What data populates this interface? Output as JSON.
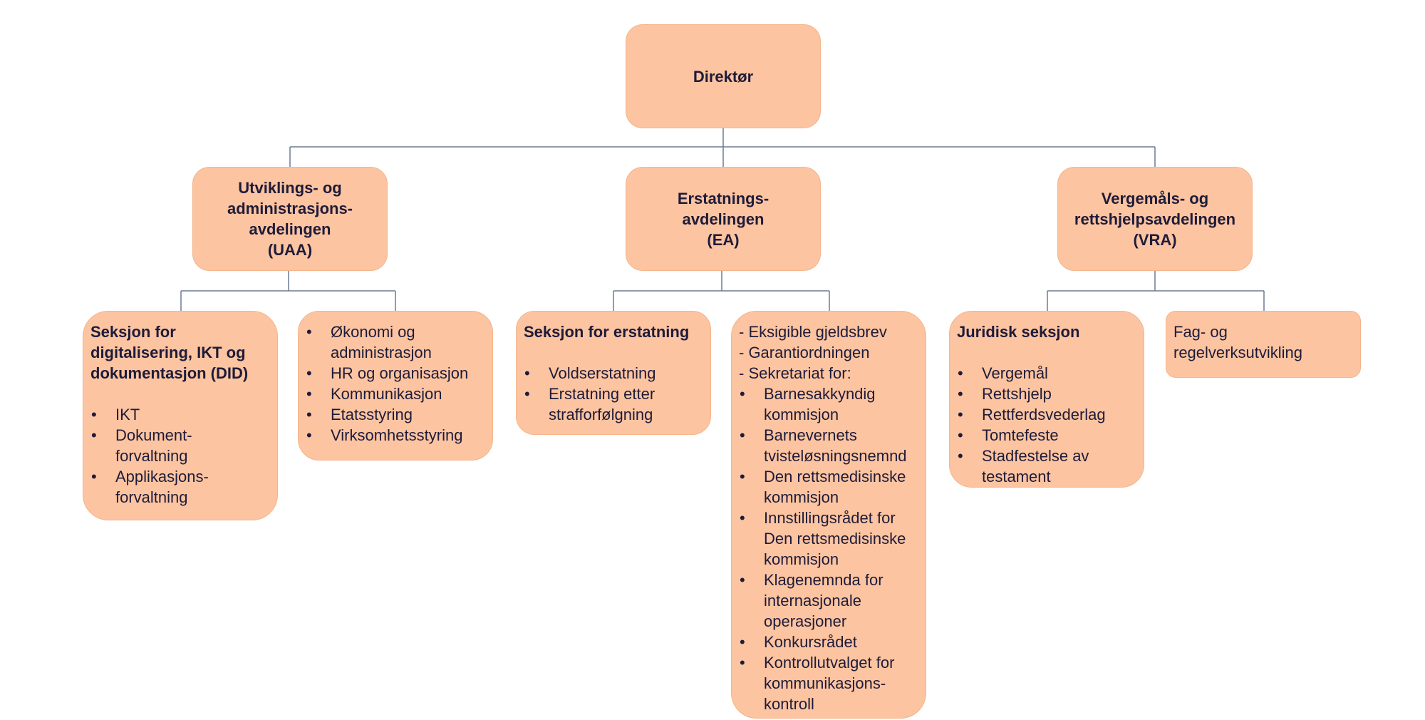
{
  "director": {
    "title": "Direktør"
  },
  "departments": {
    "uaa": {
      "title": "Utviklings- og\nadministrasjons-\navdelingen\n(UAA)"
    },
    "ea": {
      "title": "Erstatnings-\navdelingen\n(EA)"
    },
    "vra": {
      "title": "Vergemåls- og\nrettshjelpsavdelingen\n(VRA)"
    }
  },
  "sections": {
    "did": {
      "heading": "Seksjon for\ndigitalisering, IKT og\ndokumentasjon (DID)",
      "items": [
        "IKT",
        "Dokument-\nforvaltning",
        "Applikasjons-\nforvaltning"
      ]
    },
    "admin": {
      "items": [
        "Økonomi og\nadministrasjon",
        "HR og organisasjon",
        "Kommunikasjon",
        "Etatsstyring",
        "Virksomhetsstyring"
      ]
    },
    "erstatning": {
      "heading": "Seksjon for erstatning",
      "items": [
        "Voldserstatning",
        "Erstatning etter\nstrafforfølgning"
      ]
    },
    "ea_other": {
      "dash_items": [
        "- Eksigible gjeldsbrev",
        "- Garantiordningen",
        "- Sekretariat for:"
      ],
      "items": [
        "Barnesakkyndig\nkommisjon",
        "Barnevernets\ntvisteløsningsnemnd",
        "Den rettsmedisinske\nkommisjon",
        "Innstillingsrådet for\nDen rettsmedisinske\nkommisjon",
        "Klagenemnda for\ninternasjonale\noperasjoner",
        "Konkursrådet",
        "Kontrollutvalget for\nkommunikasjons-\nkontroll"
      ]
    },
    "juridisk": {
      "heading": "Juridisk seksjon",
      "items": [
        "Vergemål",
        "Rettshjelp",
        "Rettferdsvederlag",
        "Tomtefeste",
        "Stadfestelse av\ntestament"
      ]
    },
    "fag": {
      "text": "Fag- og\nregelverksutvikling"
    }
  },
  "colors": {
    "box_fill": "#fcc4a0",
    "connector": "#6b7a95",
    "text": "#1e1b3a"
  }
}
